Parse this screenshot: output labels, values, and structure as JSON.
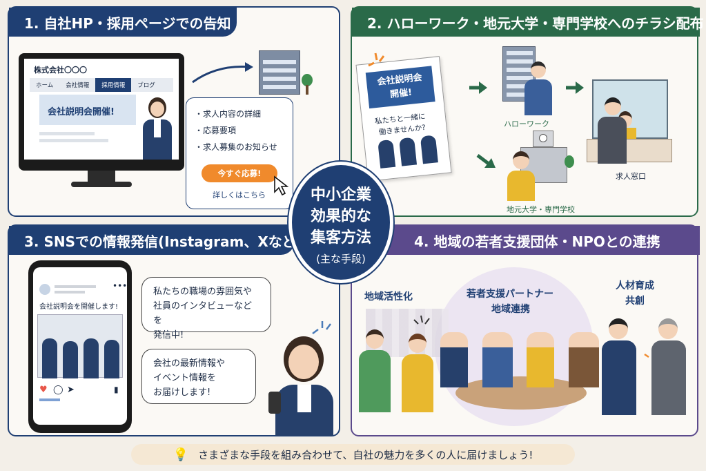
{
  "center": {
    "line1": "中小企業",
    "line2": "効果的な",
    "line3": "集客方法",
    "sub": "(主な手段)"
  },
  "panel1": {
    "heading": "1. 自社HP・採用ページでの告知",
    "company": "株式会社〇〇〇",
    "nav": [
      "ホーム",
      "会社情報",
      "採用情報",
      "ブログ"
    ],
    "banner": "会社説明会開催!",
    "bullets": [
      "・求人内容の詳細",
      "・応募要項",
      "・求人募集のお知らせ"
    ],
    "apply_button": "今すぐ応募!",
    "details_link": "詳しくはこちら"
  },
  "panel2": {
    "heading": "2. ハローワーク・地元大学・専門学校へのチラシ配布",
    "flyer_title": "会社説明会\n開催!",
    "flyer_text1": "私たちと一緒に",
    "flyer_text2": "働きませんか?",
    "hellowork_label": "ハローワーク",
    "university_label": "地元大学・専門学校",
    "window_label": "求人窓口"
  },
  "panel3": {
    "heading": "3. SNSでの情報発信(Instagram、Xなど)",
    "post_text": "会社説明会を開催します!",
    "bubble1": [
      "私たちの職場の雰囲気や",
      "社員のインタビューなどを",
      "発信中!"
    ],
    "bubble2": [
      "会社の最新情報や",
      "イベント情報を",
      "お届けします!"
    ]
  },
  "panel4": {
    "heading": "4. 地域の若者支援団体・NPOとの連携",
    "label_left": "地域活性化",
    "label_center1": "若者支援パートナー",
    "label_center2": "地域連携",
    "label_right1": "人材育成",
    "label_right2": "共創"
  },
  "footer": "さまざまな手段を組み合わせて、自社の魅力を多くの人に届けましょう!",
  "colors": {
    "navy": "#1f3f73",
    "green": "#2a6a49",
    "purple": "#5b4a8c",
    "orange": "#f08a2c"
  }
}
